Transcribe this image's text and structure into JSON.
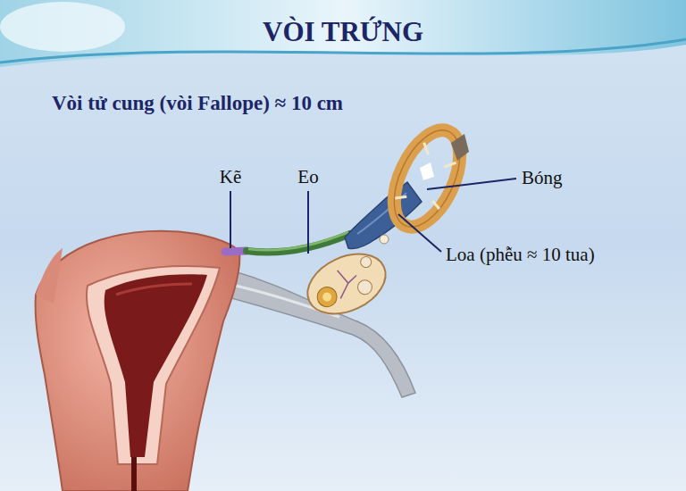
{
  "diagram": {
    "title": "VÒI TRỨNG",
    "labels": [
      "Vòi tử cung (vòi Fallope) ≈ 10 cm",
      "Kẽ",
      "Eo",
      "Bóng",
      "Loa (phễu ≈ 10 tua)"
    ]
  }
}
